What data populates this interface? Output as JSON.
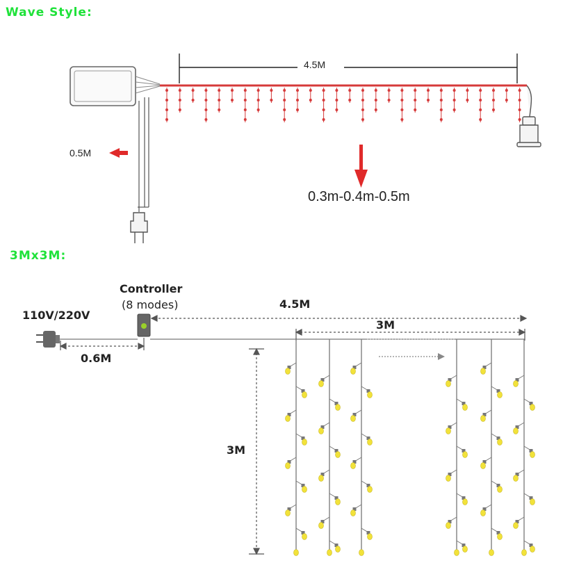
{
  "wave": {
    "title": "Wave Style:",
    "length_label": "4.5M",
    "cord_label": "0.5M",
    "drop_label": "0.3m-0.4m-0.5m",
    "colors": {
      "wire": "#d63a3a",
      "bulb": "#d63a3a",
      "arrow": "#e02a2a"
    }
  },
  "grid": {
    "title": "3Mx3M:",
    "voltage_label": "110V/220V",
    "controller_label": "Controller",
    "controller_modes": "(8 modes)",
    "total_length_label": "4.5M",
    "curtain_width_label": "3M",
    "lead_length_label": "0.6M",
    "height_label": "3M",
    "colors": {
      "bulb": "#f2e23a",
      "wire": "#777777",
      "controller_led": "#9ad02a"
    }
  }
}
